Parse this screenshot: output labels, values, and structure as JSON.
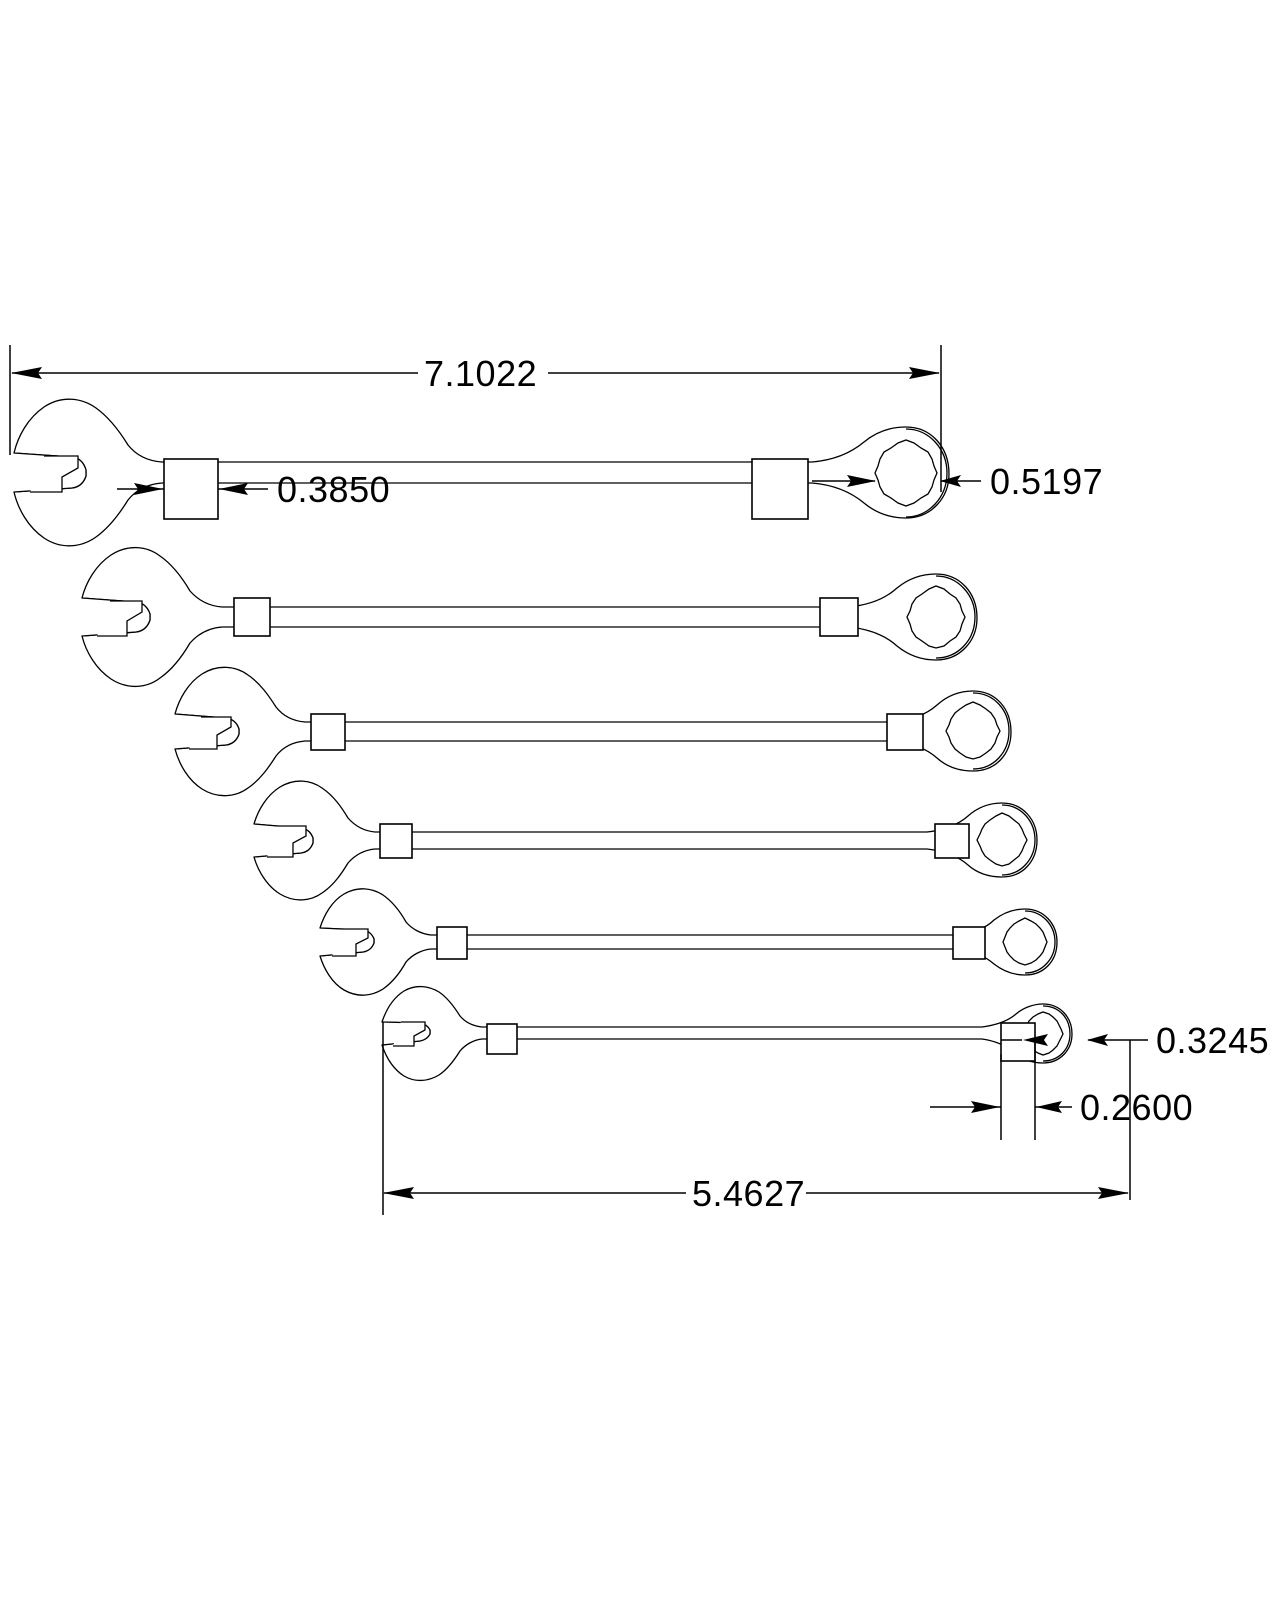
{
  "drawing": {
    "type": "cad-technical-drawing",
    "subject": "combination wrench set",
    "background_color": "#ffffff",
    "line_color": "#000000",
    "text_color": "#000000",
    "wrench_count": 6
  },
  "dimensions": {
    "overall_length": {
      "value": "7.1022",
      "name": "overall-length-dimension",
      "orientation": "horizontal",
      "target": "largest wrench total length"
    },
    "handle_width": {
      "value": "0.3850",
      "name": "handle-width-dimension",
      "orientation": "horizontal",
      "target": "largest wrench shank stamp width"
    },
    "box_end_size": {
      "value": "0.5197",
      "name": "box-end-size-dimension",
      "orientation": "horizontal",
      "target": "largest wrench 12-point box opening"
    },
    "small_box_end_size": {
      "value": "0.3245",
      "name": "small-box-end-size-dimension",
      "orientation": "horizontal",
      "target": "smallest wrench 12-point box opening"
    },
    "small_stamp_width": {
      "value": "0.2600",
      "name": "small-stamp-width-dimension",
      "orientation": "horizontal",
      "target": "smallest wrench shank stamp width"
    },
    "small_overall_length": {
      "value": "5.4627",
      "name": "small-overall-length-dimension",
      "orientation": "horizontal",
      "target": "smallest wrench total length"
    }
  },
  "wrenches": [
    {
      "index": 1,
      "label": "wrench-1-largest"
    },
    {
      "index": 2,
      "label": "wrench-2"
    },
    {
      "index": 3,
      "label": "wrench-3"
    },
    {
      "index": 4,
      "label": "wrench-4"
    },
    {
      "index": 5,
      "label": "wrench-5"
    },
    {
      "index": 6,
      "label": "wrench-6-smallest"
    }
  ]
}
